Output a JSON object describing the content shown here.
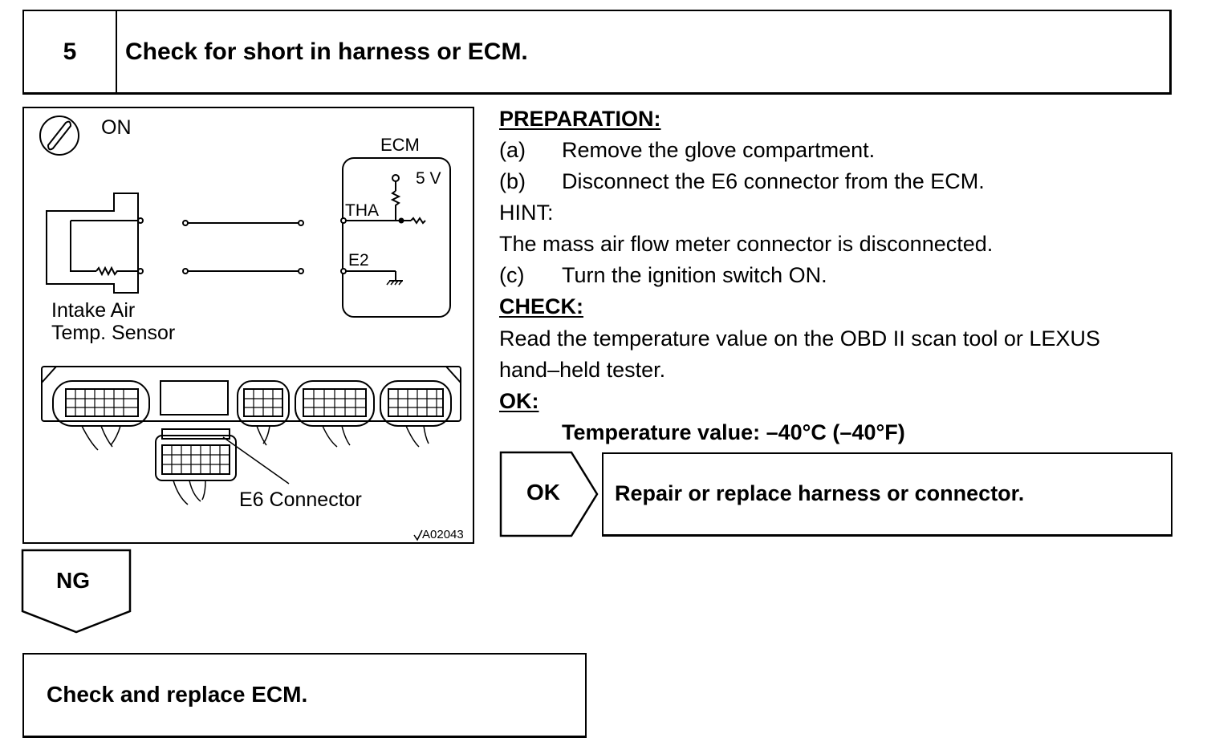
{
  "step": {
    "number": "5",
    "title": "Check for short in harness or ECM."
  },
  "figure": {
    "ignition_label": "ON",
    "ecm_label": "ECM",
    "voltage_label": "5 V",
    "tha_label": "THA",
    "e2_label": "E2",
    "sensor_label_line1": "Intake Air",
    "sensor_label_line2": "Temp. Sensor",
    "connector_label": "E6 Connector",
    "figure_code": "A02043"
  },
  "preparation": {
    "heading": "PREPARATION:",
    "steps": [
      {
        "marker": "(a)",
        "text": "Remove the glove compartment."
      },
      {
        "marker": "(b)",
        "text": "Disconnect the E6 connector from the ECM."
      }
    ],
    "hint_label": "HINT:",
    "hint_text": "The mass air flow meter connector is disconnected.",
    "step_c": {
      "marker": "(c)",
      "text": "Turn the ignition switch ON."
    }
  },
  "check": {
    "heading": "CHECK:",
    "line1": "Read the temperature value on the OBD II scan tool or LEXUS",
    "line2": "hand–held tester."
  },
  "ok": {
    "heading": "OK:",
    "spec": "Temperature value: –40°C (–40°F)"
  },
  "results": {
    "ok_label": "OK",
    "ok_action": "Repair or replace harness or connector.",
    "ng_label": "NG",
    "ng_action": "Check and replace ECM."
  }
}
